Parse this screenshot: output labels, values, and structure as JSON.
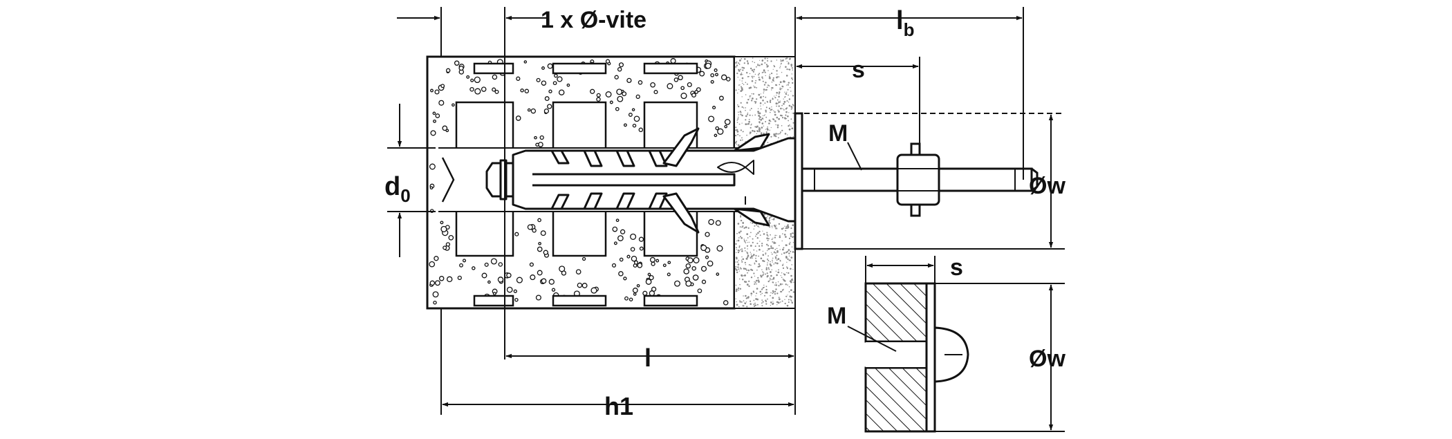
{
  "colors": {
    "ink": "#111111",
    "fill": "#ffffff",
    "speckle": "#8a8a8a"
  },
  "labels": {
    "edge_distance": "1 x Ø-vite",
    "bolt_length": "l",
    "bolt_length_sub": "b",
    "clamp_thickness": "s",
    "drill_diameter": "d",
    "drill_diameter_sub": "0",
    "thread": "M",
    "washer_diameter": "Øw",
    "anchor_length": "l",
    "hole_depth": "h1",
    "detail_clamp_thickness": "s",
    "detail_thread": "M",
    "detail_washer_diameter": "Øw"
  }
}
